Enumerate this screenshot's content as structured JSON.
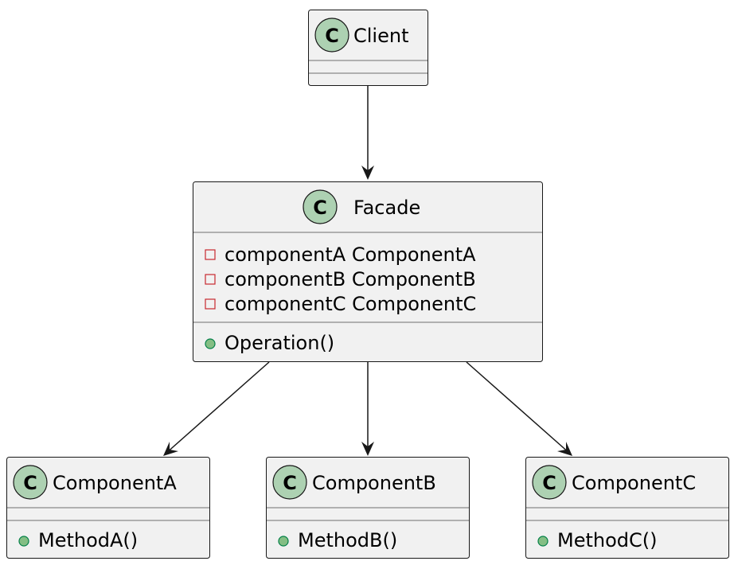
{
  "diagram": {
    "classes": [
      {
        "name": "Client",
        "stereotype_icon": "C",
        "attributes": [],
        "methods": []
      },
      {
        "name": "Facade",
        "stereotype_icon": "C",
        "attributes": [
          {
            "visibility": "private",
            "text": "componentA ComponentA"
          },
          {
            "visibility": "private",
            "text": "componentB ComponentB"
          },
          {
            "visibility": "private",
            "text": "componentC ComponentC"
          }
        ],
        "methods": [
          {
            "visibility": "public",
            "text": "Operation()"
          }
        ]
      },
      {
        "name": "ComponentA",
        "stereotype_icon": "C",
        "attributes": [],
        "methods": [
          {
            "visibility": "public",
            "text": "MethodA()"
          }
        ]
      },
      {
        "name": "ComponentB",
        "stereotype_icon": "C",
        "attributes": [],
        "methods": [
          {
            "visibility": "public",
            "text": "MethodB()"
          }
        ]
      },
      {
        "name": "ComponentC",
        "stereotype_icon": "C",
        "attributes": [],
        "methods": [
          {
            "visibility": "public",
            "text": "MethodC()"
          }
        ]
      }
    ],
    "relations": [
      {
        "from": "Client",
        "to": "Facade",
        "type": "association-arrow"
      },
      {
        "from": "Facade",
        "to": "ComponentA",
        "type": "association-arrow"
      },
      {
        "from": "Facade",
        "to": "ComponentB",
        "type": "association-arrow"
      },
      {
        "from": "Facade",
        "to": "ComponentC",
        "type": "association-arrow"
      }
    ],
    "colors": {
      "class_fill": "#f1f1f1",
      "class_icon": "#add1b2",
      "private": "#c82930",
      "public": "#84be84"
    }
  }
}
